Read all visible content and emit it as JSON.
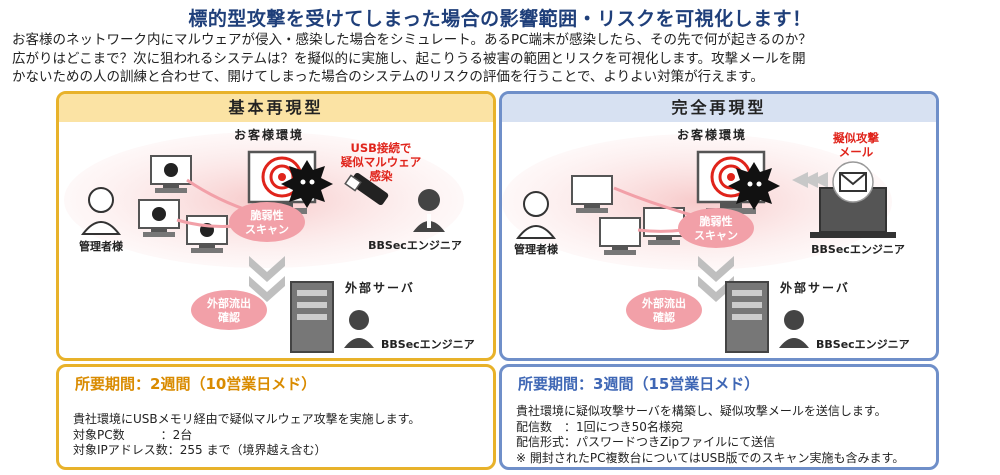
{
  "title": "標的型攻撃を受けてしまった場合の影響範囲・リスクを可視化します！",
  "intro": {
    "lines": [
      "お客様のネットワーク内にマルウェアが侵入・感染した場合をシミュレート。あるPC端末が感染したら、その先で何が起きるのか？",
      "広がりはどこまで？次に狙われるシステムは？を擬似的に実施し、起こりうる被害の範囲とリスクを可視化します。攻撃メールを開",
      "かないための人の訓練と合わせて、開けてしまった場合のシステムのリスクの評価を行うことで、よりよい対策が行えます。"
    ]
  },
  "basic": {
    "heading": "基本再現型",
    "customer_env": "お客様環境",
    "infection_label": [
      "USB接続で",
      "疑似マルウェア",
      "感染"
    ],
    "scan_label": [
      "脆弱性",
      "スキャン"
    ],
    "admin_label": "管理者様",
    "engineer_label": "BBSecエンジニア",
    "server_label": "外部サーバ",
    "exfil_label": [
      "外部流出",
      "確認"
    ],
    "server_engineer_label": "BBSecエンジニア",
    "period": "所要期間：2週間（10営業日メド）",
    "details": [
      "貴社環境にUSBメモリ経由で疑似マルウェア攻撃を実施します。",
      "対象PC数　　　：2台",
      "対象IPアドレス数：255 まで（境界越え含む）"
    ]
  },
  "full": {
    "heading": "完全再現型",
    "customer_env": "お客様環境",
    "attack_label": [
      "擬似攻撃",
      "メール"
    ],
    "scan_label": [
      "脆弱性",
      "スキャン"
    ],
    "admin_label": "管理者様",
    "engineer_label": "BBSecエンジニア",
    "server_label": "外部サーバ",
    "exfil_label": [
      "外部流出",
      "確認"
    ],
    "server_engineer_label": "BBSecエンジニア",
    "period": "所要期間：3週間（15営業日メド）",
    "details": [
      "貴社環境に疑似攻撃サーバを構築し、疑似攻撃メールを送信します。",
      "配信数　：1回につき50名様宛",
      "配信形式：パスワードつきZipファイルにて送信",
      "※ 開封されたPC複数台についてはUSB版でのスキャン実施も含みます。"
    ]
  },
  "colors": {
    "basic_border": "#e8b22a",
    "basic_header": "#fbe3a4",
    "full_border": "#6f8fc9",
    "full_header": "#d7e1f2",
    "title": "#1f3f7a",
    "alert_red": "#e0241b",
    "pink_bubble": "#f2a0a8"
  }
}
